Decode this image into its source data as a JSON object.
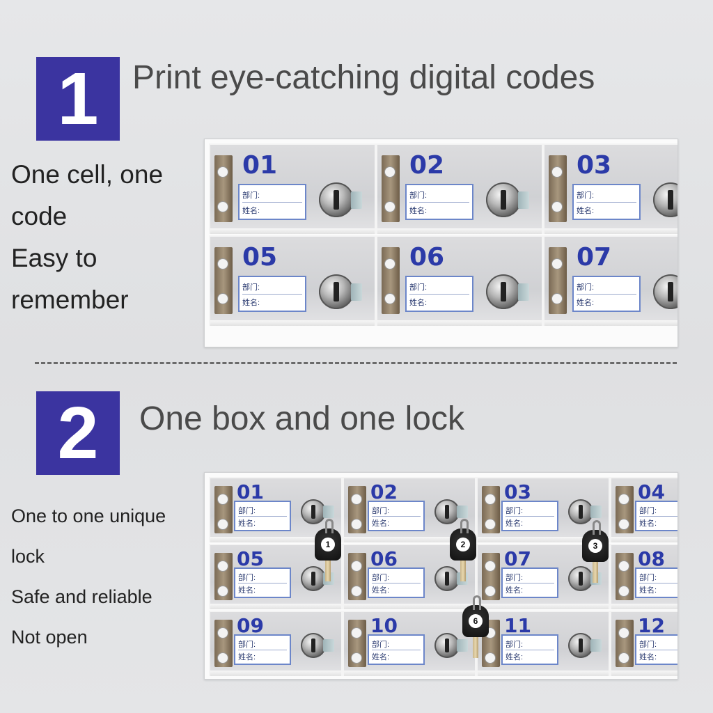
{
  "section1": {
    "number": "1",
    "heading": "Print eye-catching digital codes",
    "side_text": [
      "One cell, one",
      "code",
      "Easy to",
      "remember"
    ],
    "cells": [
      {
        "num": "01",
        "dept": "部门:",
        "name": "姓名:"
      },
      {
        "num": "02",
        "dept": "部门:",
        "name": "姓名:"
      },
      {
        "num": "03",
        "dept": "部门:",
        "name": "姓名:"
      },
      {
        "num": "05",
        "dept": "部门:",
        "name": "姓名:"
      },
      {
        "num": "06",
        "dept": "部门:",
        "name": "姓名:"
      },
      {
        "num": "07",
        "dept": "部门:",
        "name": "姓名:"
      }
    ]
  },
  "section2": {
    "number": "2",
    "heading": "One box and one lock",
    "side_text": [
      "One to one unique",
      "lock",
      "Safe and reliable",
      "Not open"
    ],
    "cells": [
      {
        "num": "01",
        "dept": "部门:",
        "name": "姓名:"
      },
      {
        "num": "02",
        "dept": "部门:",
        "name": "姓名:"
      },
      {
        "num": "03",
        "dept": "部门:",
        "name": "姓名:"
      },
      {
        "num": "04",
        "dept": "部门:",
        "name": "姓名:"
      },
      {
        "num": "05",
        "dept": "部门:",
        "name": "姓名:"
      },
      {
        "num": "06",
        "dept": "部门:",
        "name": "姓名:"
      },
      {
        "num": "07",
        "dept": "部门:",
        "name": "姓名:"
      },
      {
        "num": "08",
        "dept": "部门:",
        "name": "姓名:"
      },
      {
        "num": "09",
        "dept": "部门:",
        "name": "姓名:"
      },
      {
        "num": "10",
        "dept": "部门:",
        "name": "姓名:"
      },
      {
        "num": "11",
        "dept": "部门:",
        "name": "姓名:"
      },
      {
        "num": "12",
        "dept": "部门:",
        "name": "姓名:"
      }
    ],
    "key_tags": [
      "1",
      "2",
      "3",
      "6"
    ]
  },
  "colors": {
    "badge": "#3b34a0",
    "cell_number": "#2b3aa8",
    "label_border": "#6c86c9"
  },
  "icons": [
    "hinge-icon",
    "cam-lock-icon",
    "key-tag-icon"
  ]
}
